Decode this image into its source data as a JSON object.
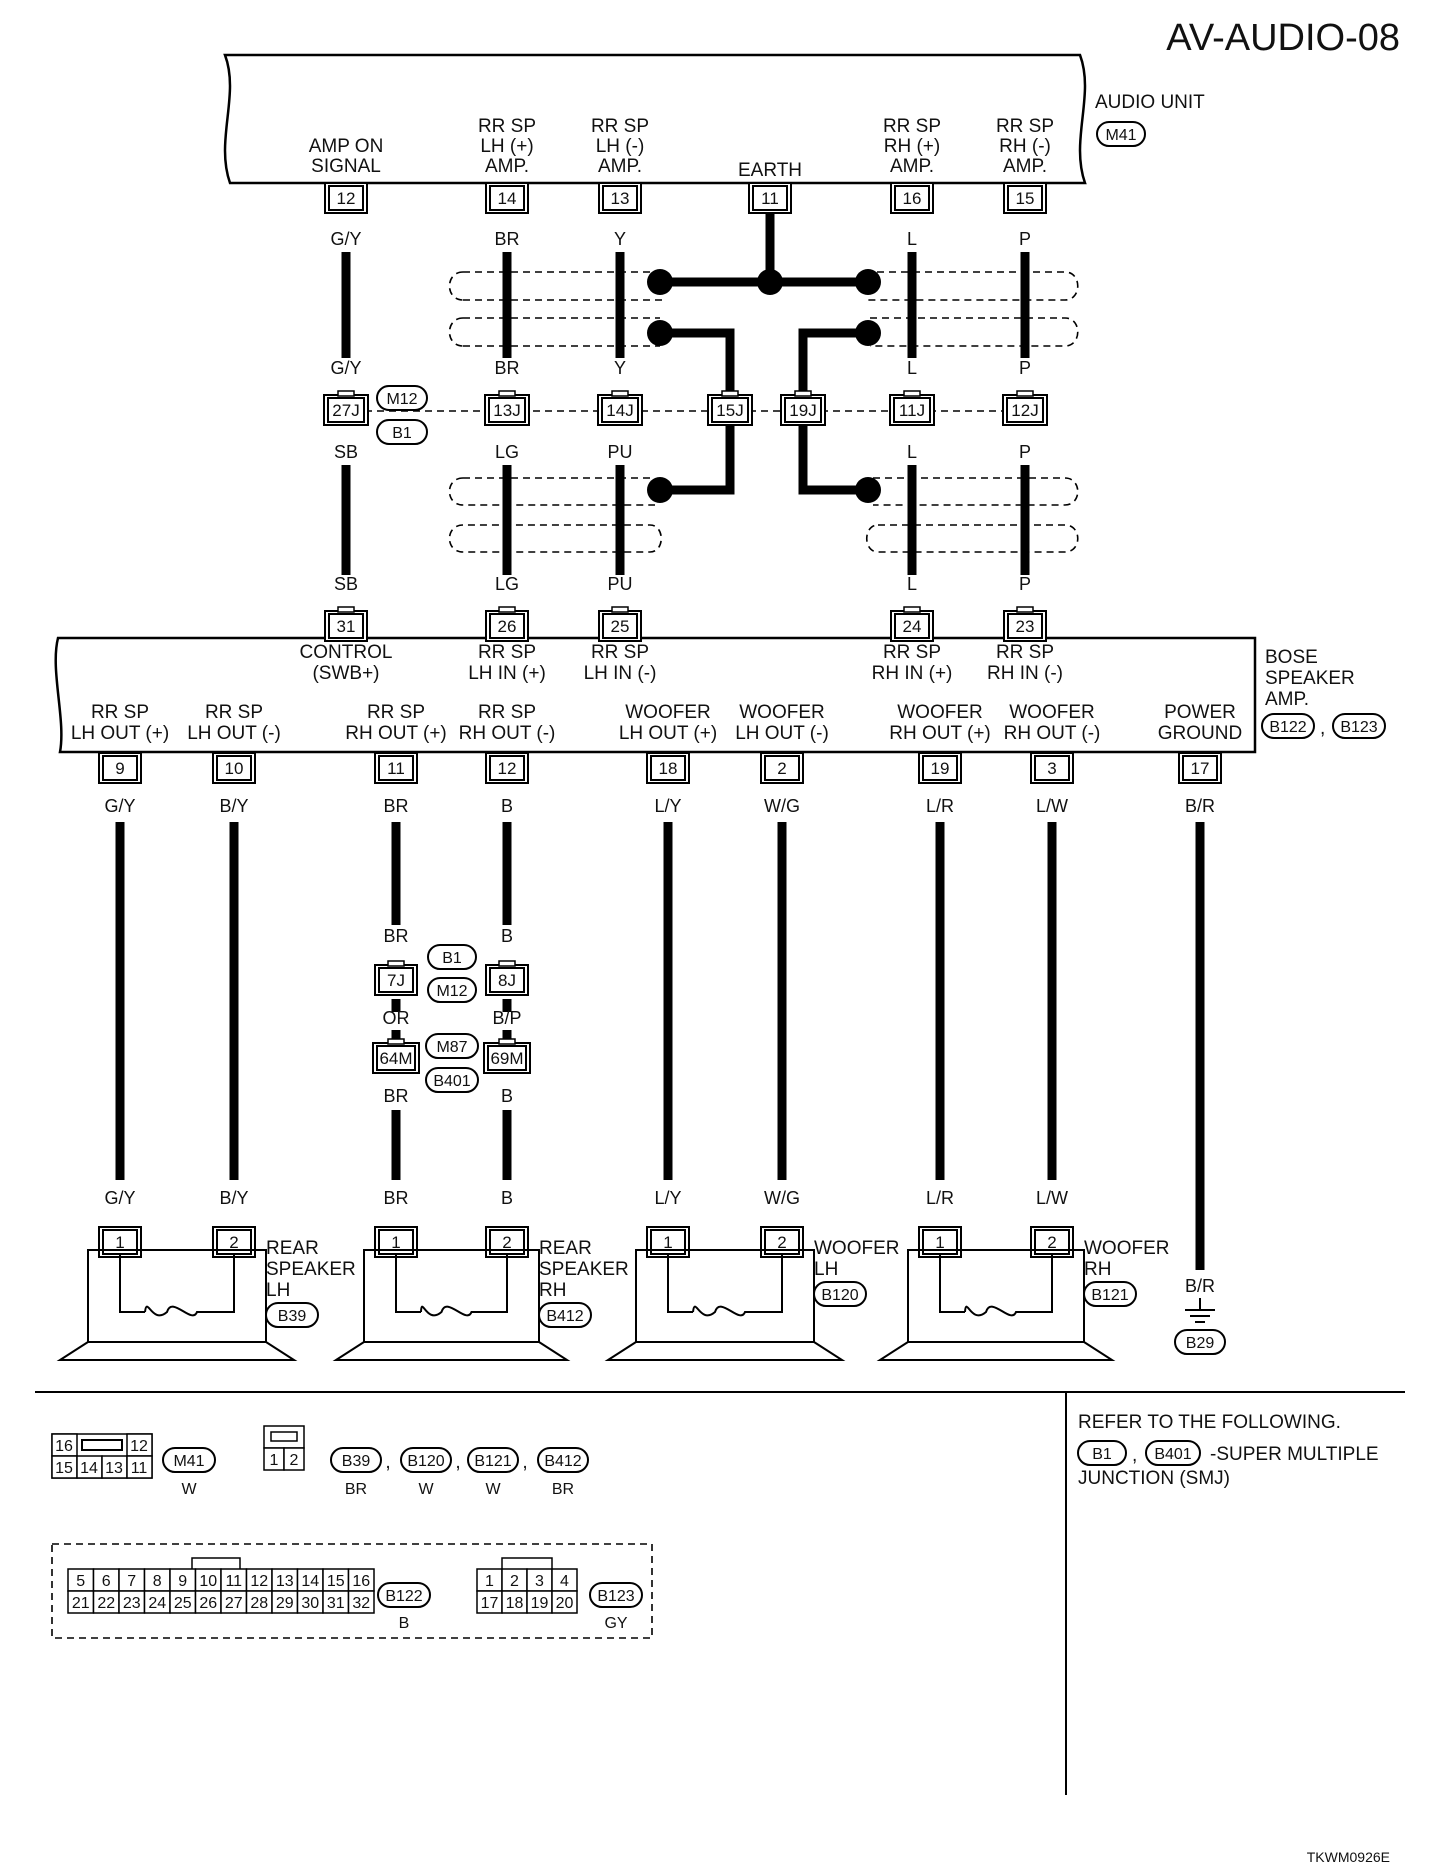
{
  "page_id": "AV-AUDIO-08",
  "figure_code": "TKWM0926E",
  "audio_unit": {
    "title": "AUDIO UNIT",
    "connector": "M41",
    "pins": [
      {
        "no": "12",
        "label": [
          "AMP ON",
          "SIGNAL"
        ],
        "wire_top": "G/Y"
      },
      {
        "no": "14",
        "label": [
          "RR SP",
          "LH (+)",
          "AMP."
        ],
        "wire_top": "BR"
      },
      {
        "no": "13",
        "label": [
          "RR SP",
          "LH (-)",
          "AMP."
        ],
        "wire_top": "Y"
      },
      {
        "no": "11",
        "label": [
          "EARTH"
        ],
        "wire_top": ""
      },
      {
        "no": "16",
        "label": [
          "RR SP",
          "RH (+)",
          "AMP."
        ],
        "wire_top": "L"
      },
      {
        "no": "15",
        "label": [
          "RR SP",
          "RH (-)",
          "AMP."
        ],
        "wire_top": "P"
      }
    ]
  },
  "junction_row": {
    "connectors": [
      "M12",
      "B1"
    ],
    "pins": [
      {
        "no": "27J",
        "above": "G/Y",
        "below": "SB"
      },
      {
        "no": "13J",
        "above": "BR",
        "below": "LG"
      },
      {
        "no": "14J",
        "above": "Y",
        "below": "PU"
      },
      {
        "no": "15J",
        "above": "",
        "below": ""
      },
      {
        "no": "19J",
        "above": "",
        "below": ""
      },
      {
        "no": "11J",
        "above": "L",
        "below": "L"
      },
      {
        "no": "12J",
        "above": "P",
        "below": "P"
      }
    ]
  },
  "amp": {
    "title": [
      "BOSE",
      "SPEAKER",
      "AMP."
    ],
    "connectors": [
      "B122",
      "B123"
    ],
    "top_pins": [
      {
        "no": "31",
        "wire": "SB",
        "label": [
          "CONTROL",
          "(SWB+)"
        ]
      },
      {
        "no": "26",
        "wire": "LG",
        "label": [
          "RR SP",
          "LH IN (+)"
        ]
      },
      {
        "no": "25",
        "wire": "PU",
        "label": [
          "RR SP",
          "LH IN (-)"
        ]
      },
      {
        "no": "24",
        "wire": "L",
        "label": [
          "RR SP",
          "RH IN (+)"
        ]
      },
      {
        "no": "23",
        "wire": "P",
        "label": [
          "RR SP",
          "RH IN (-)"
        ]
      }
    ],
    "bottom_pins": [
      {
        "no": "9",
        "wire": "G/Y",
        "label": [
          "RR SP",
          "LH OUT (+)"
        ]
      },
      {
        "no": "10",
        "wire": "B/Y",
        "label": [
          "RR SP",
          "LH OUT (-)"
        ]
      },
      {
        "no": "11",
        "wire": "BR",
        "label": [
          "RR SP",
          "RH OUT (+)"
        ]
      },
      {
        "no": "12",
        "wire": "B",
        "label": [
          "RR SP",
          "RH OUT (-)"
        ]
      },
      {
        "no": "18",
        "wire": "L/Y",
        "label": [
          "WOOFER",
          "LH OUT (+)"
        ]
      },
      {
        "no": "2",
        "wire": "W/G",
        "label": [
          "WOOFER",
          "LH OUT (-)"
        ]
      },
      {
        "no": "19",
        "wire": "L/R",
        "label": [
          "WOOFER",
          "RH OUT (+)"
        ]
      },
      {
        "no": "3",
        "wire": "L/W",
        "label": [
          "WOOFER",
          "RH OUT (-)"
        ]
      },
      {
        "no": "17",
        "wire": "B/R",
        "label": [
          "POWER",
          "GROUND"
        ]
      }
    ]
  },
  "mid_junctions": {
    "upper": {
      "connectors": [
        "B1",
        "M12"
      ],
      "pins": [
        {
          "no": "7J",
          "above": "BR",
          "below": "OR"
        },
        {
          "no": "8J",
          "above": "B",
          "below": "B/P"
        }
      ]
    },
    "lower": {
      "connectors": [
        "M87",
        "B401"
      ],
      "pins": [
        {
          "no": "64M",
          "below": "BR"
        },
        {
          "no": "69M",
          "below": "B"
        }
      ]
    }
  },
  "speakers": [
    {
      "name": [
        "REAR",
        "SPEAKER",
        "LH"
      ],
      "connector": "B39",
      "pin1_wire": "G/Y",
      "pin2_wire": "B/Y",
      "pins": [
        "1",
        "2"
      ]
    },
    {
      "name": [
        "REAR",
        "SPEAKER",
        "RH"
      ],
      "connector": "B412",
      "pin1_wire": "BR",
      "pin2_wire": "B",
      "pins": [
        "1",
        "2"
      ]
    },
    {
      "name": [
        "WOOFER",
        "LH"
      ],
      "connector": "B120",
      "pin1_wire": "L/Y",
      "pin2_wire": "W/G",
      "pins": [
        "1",
        "2"
      ]
    },
    {
      "name": [
        "WOOFER",
        "RH"
      ],
      "connector": "B121",
      "pin1_wire": "L/R",
      "pin2_wire": "L/W",
      "pins": [
        "1",
        "2"
      ]
    }
  ],
  "ground": {
    "wire": "B/R",
    "connector": "B29"
  },
  "connector_views": {
    "m41": {
      "top": [
        "16",
        "12"
      ],
      "bottom": [
        "15",
        "14",
        "13",
        "11"
      ],
      "connector": "M41",
      "color": "W"
    },
    "speaker": {
      "pins": [
        "1",
        "2"
      ],
      "connectors": [
        "B39",
        "B120",
        "B121",
        "B412"
      ],
      "colors": [
        "BR",
        "W",
        "W",
        "BR"
      ],
      "sep": ","
    },
    "b122": {
      "top": [
        "5",
        "6",
        "7",
        "8",
        "9",
        "10",
        "11",
        "12",
        "13",
        "14",
        "15",
        "16"
      ],
      "bottom": [
        "21",
        "22",
        "23",
        "24",
        "25",
        "26",
        "27",
        "28",
        "29",
        "30",
        "31",
        "32"
      ],
      "connector": "B122",
      "color": "B"
    },
    "b123": {
      "top": [
        "1",
        "2",
        "3",
        "4"
      ],
      "bottom": [
        "17",
        "18",
        "19",
        "20"
      ],
      "connector": "B123",
      "color": "GY"
    }
  },
  "refer": {
    "heading": "REFER TO THE FOLLOWING.",
    "connectors": [
      "B1",
      "B401"
    ],
    "sep": ",",
    "line1": "-SUPER MULTIPLE",
    "line2": "JUNCTION (SMJ)"
  }
}
